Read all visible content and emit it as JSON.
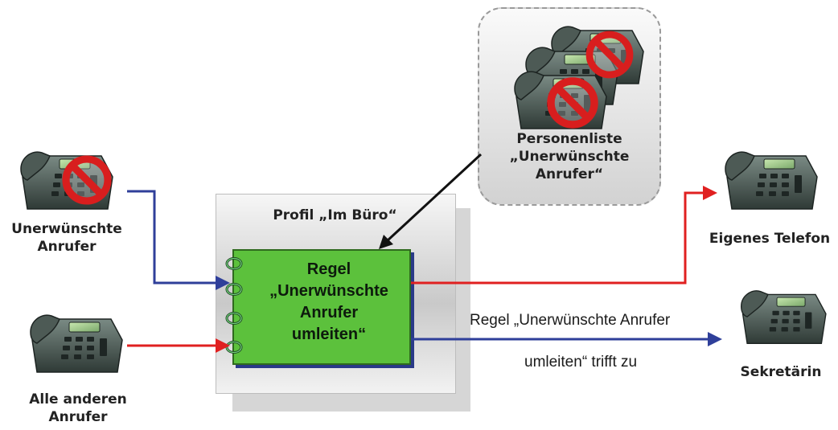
{
  "diagram": {
    "profile_title": "Profil „Im Büro“",
    "rule_lines": [
      "Regel",
      "„Unerwünschte",
      "Anrufer",
      "umleiten“"
    ],
    "person_list_lines": [
      "Personenliste",
      "„Unerwünschte",
      "Anrufer“"
    ],
    "unwanted_caller_lines": [
      "Unerwünschte",
      "Anrufer"
    ],
    "other_caller_lines": [
      "Alle anderen",
      "Anrufer"
    ],
    "own_phone": "Eigenes Telefon",
    "secretary": "Sekretärin",
    "condition_lines": [
      "Regel „Unerwünschte Anrufer",
      "umleiten“ trifft zu"
    ]
  },
  "colors": {
    "blue_arrow": "#2f3f9a",
    "red_arrow": "#e02020",
    "rule_green": "#5cc13c",
    "prohibit_red": "#d81e1e"
  },
  "icons": {
    "phone": "desk-phone-icon",
    "blocked": "prohibited-icon",
    "binder": "spiral-ring-icon"
  }
}
